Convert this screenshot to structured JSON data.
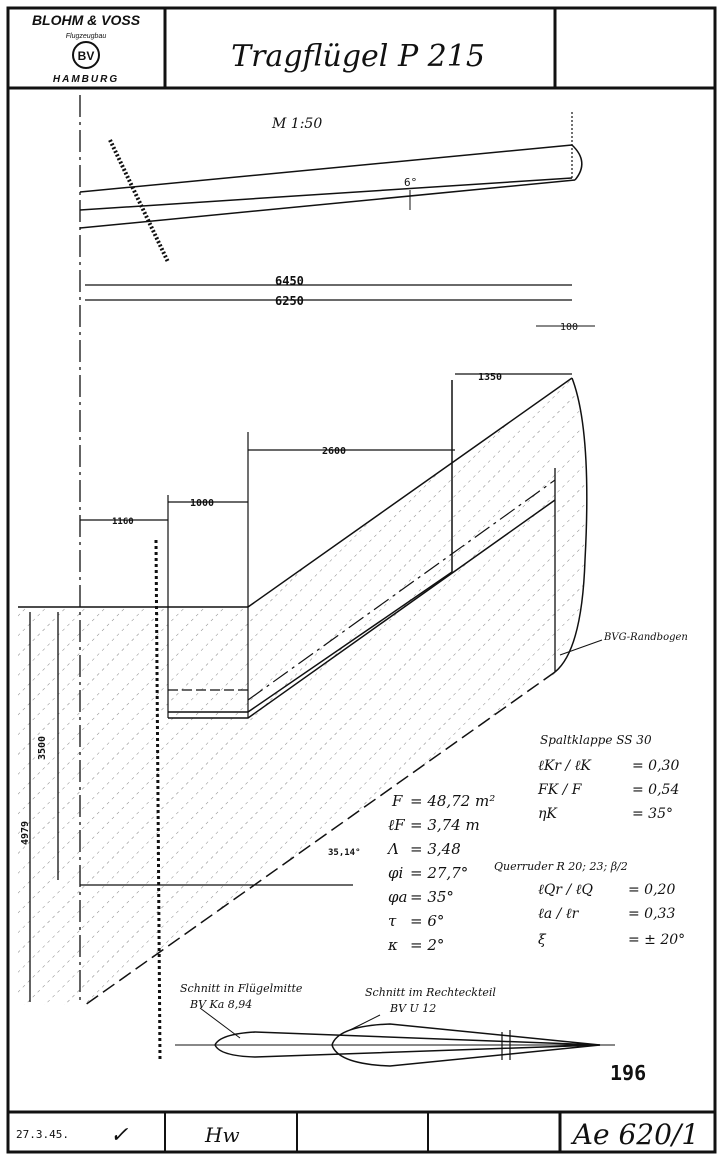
{
  "title_block": {
    "company_line1": "BLOHM & VOSS",
    "company_line2": "Flugzeugbau",
    "logo_letters": "BV",
    "city": "HAMBURG",
    "drawing_title": "Tragflügel P 215"
  },
  "scale": "M 1:50",
  "dimensions": {
    "sweep_angle_top": "6°",
    "span_full": "6450",
    "span_inner": "6250",
    "tip_offset": "100",
    "outer_flap_width": "1350",
    "mid_flap_width": "2600",
    "inner_flap_width": "1000",
    "root_offset": "1160",
    "root_chord_small": "3500",
    "root_chord_large": "4979",
    "sweep_angle_le": "35,14°"
  },
  "labels": {
    "tip_fairing": "BVG-Randbogen",
    "section_mid": "Schnitt in Flügelmitte",
    "section_mid_profile": "BV Ka 8,94",
    "section_rect": "Schnitt im Rechteckteil",
    "section_rect_profile": "BV U 12",
    "sheet_number": "196"
  },
  "wing_data": [
    {
      "sym": "F",
      "val": "= 48,72 m²"
    },
    {
      "sym": "ℓF",
      "val": "= 3,74 m"
    },
    {
      "sym": "Λ",
      "val": "= 3,48"
    },
    {
      "sym": "φi",
      "val": "= 27,7°"
    },
    {
      "sym": "φa",
      "val": "= 35°"
    },
    {
      "sym": "τ",
      "val": "= 6°"
    },
    {
      "sym": "κ",
      "val": "= 2°"
    }
  ],
  "flap_data": {
    "heading": "Spaltklappe SS 30",
    "rows": [
      {
        "sym": "ℓKr / ℓK",
        "val": "= 0,30"
      },
      {
        "sym": "FK / F",
        "val": "= 0,54"
      },
      {
        "sym": "ηK",
        "val": "= 35°"
      }
    ]
  },
  "aileron_data": {
    "heading": "Querruder R 20; 23; β/2",
    "rows": [
      {
        "sym": "ℓQr / ℓQ",
        "val": "= 0,20"
      },
      {
        "sym": "ℓa / ℓr",
        "val": "= 0,33"
      },
      {
        "sym": "ξ",
        "val": "= ± 20°"
      }
    ]
  },
  "footer": {
    "date": "27.3.45.",
    "signature_1": "✓",
    "signature_2": "Hw",
    "drawing_number": "Ae 620/1"
  }
}
